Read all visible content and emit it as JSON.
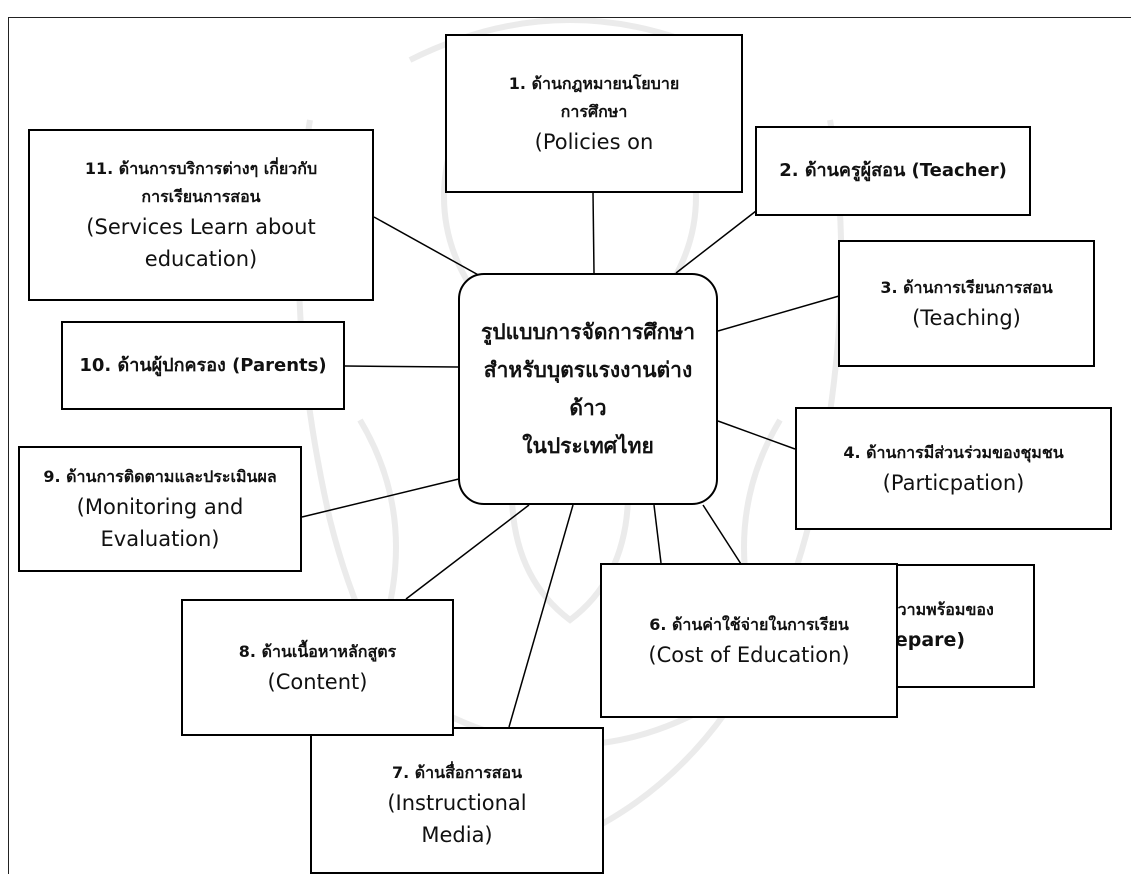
{
  "center": {
    "line1": "รูปแบบการจัดการศึกษา",
    "line2": "สำหรับบุตรแรงงานต่าง",
    "line3": "ด้าว",
    "line4": "ในประเทศไทย"
  },
  "nodes": [
    {
      "id": 1,
      "thai": [
        "1. ด้านกฎหมายนโยบาย",
        "การศึกษา"
      ],
      "english": [
        "(Policies on"
      ]
    },
    {
      "id": 2,
      "thai": [
        "2. ด้านครูผู้สอน (Teacher)"
      ],
      "english": []
    },
    {
      "id": 3,
      "thai": [
        "3. ด้านการเรียนการสอน"
      ],
      "english": [
        "(Teaching)"
      ]
    },
    {
      "id": 4,
      "thai": [
        "4. ด้านการมีส่วนร่วมของชุมชน"
      ],
      "english": [
        "(Particpation)"
      ]
    },
    {
      "id": 5,
      "thai": [
        "5. ด้านการเตรียมความพร้อมของ",
        "นักเรียน (Prepare)"
      ],
      "english": []
    },
    {
      "id": 6,
      "thai": [
        "6. ด้านค่าใช้จ่ายในการเรียน"
      ],
      "english": [
        "(Cost of Education)"
      ]
    },
    {
      "id": 7,
      "thai": [
        "7. ด้านสื่อการสอน"
      ],
      "english": [
        "(Instructional",
        "Media)"
      ]
    },
    {
      "id": 8,
      "thai": [
        "8. ด้านเนื้อหาหลักสูตร"
      ],
      "english": [
        "(Content)"
      ]
    },
    {
      "id": 9,
      "thai": [
        "9. ด้านการติดตามและประเมินผล"
      ],
      "english": [
        "(Monitoring and",
        "Evaluation)"
      ]
    },
    {
      "id": 10,
      "thai": [
        "10. ด้านผู้ปกครอง (Parents)"
      ],
      "english": []
    },
    {
      "id": 11,
      "thai": [
        "11. ด้านการบริการต่างๆ เกี่ยวกับ",
        "การเรียนการสอน"
      ],
      "english": [
        "(Services Learn about",
        "education)"
      ]
    }
  ]
}
